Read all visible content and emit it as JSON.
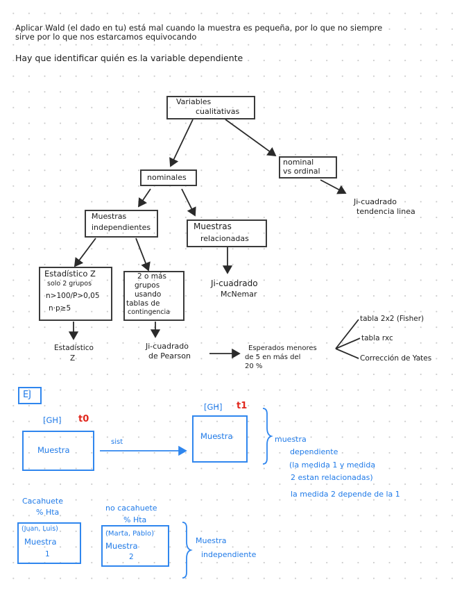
{
  "intro": {
    "line1": "Aplicar Wald (el dado en tu) está mal cuando la muestra es pequeña, por lo que no siempre",
    "line2": "sirve por lo que nos estarcamos equivocando",
    "line3": "Hay que identificar quién es la variable dependiente"
  },
  "tree": {
    "root": [
      "Variables",
      "cualitativas"
    ],
    "nominal_vs_ordinal": [
      "nominal",
      "vs ordinal"
    ],
    "ji_tendencia": [
      "Ji-cuadrado",
      "tendencia linea"
    ],
    "nominales": "nominales",
    "muestras_indep": [
      "Muestras",
      "independientes"
    ],
    "muestras_rel": [
      "Muestras",
      "relacionadas"
    ],
    "ji_mcnemar": [
      "Ji-cuadrado",
      "McNemar"
    ],
    "estadistico_z_box": [
      "Estadístico Z",
      "solo 2 grupos",
      "n>100/P>0,05",
      "n·p≥5"
    ],
    "dos_o_mas_box": [
      "2 o más",
      "grupos",
      "usando",
      "tablas de",
      "contingencia"
    ],
    "estadistico_z": [
      "Estadístico",
      "Z"
    ],
    "ji_pearson": [
      "Ji-cuadrado",
      "de Pearson"
    ],
    "esperados": [
      "Esperados menores",
      "de 5 en más del",
      "20 %"
    ],
    "options": [
      "tabla 2x2 (Fisher)",
      "tabla rxc",
      "Corrección de Yates"
    ]
  },
  "example": {
    "label": "EJ",
    "gh_t0": "[GH]",
    "t0": "t0",
    "gh_t1": "[GH]",
    "t1": "t1",
    "muestra_a": "Muestra",
    "arrow_label": "sist",
    "muestra_b": "Muestra",
    "dependiente_note": [
      "muestra",
      "dependiente",
      "(la medida 1 y medida",
      "2 estan relacionadas)",
      "la medida 2 depende de la 1"
    ],
    "cacahuete_label": [
      "Cacahuete",
      "% Hta"
    ],
    "no_cacahuete_label": [
      "no cacahuete",
      "% Hta"
    ],
    "box1": [
      "(Juan, Luis)",
      "Muestra",
      "1"
    ],
    "box2": [
      "(Marta, Pablo)",
      "Muestra",
      "2"
    ],
    "independiente_note": [
      "Muestra",
      "independiente"
    ]
  },
  "colors": {
    "ink": "#1c1c1c",
    "blue": "#1f7ae8",
    "red": "#e0261c",
    "grid_dot": "#c9c9c9"
  }
}
